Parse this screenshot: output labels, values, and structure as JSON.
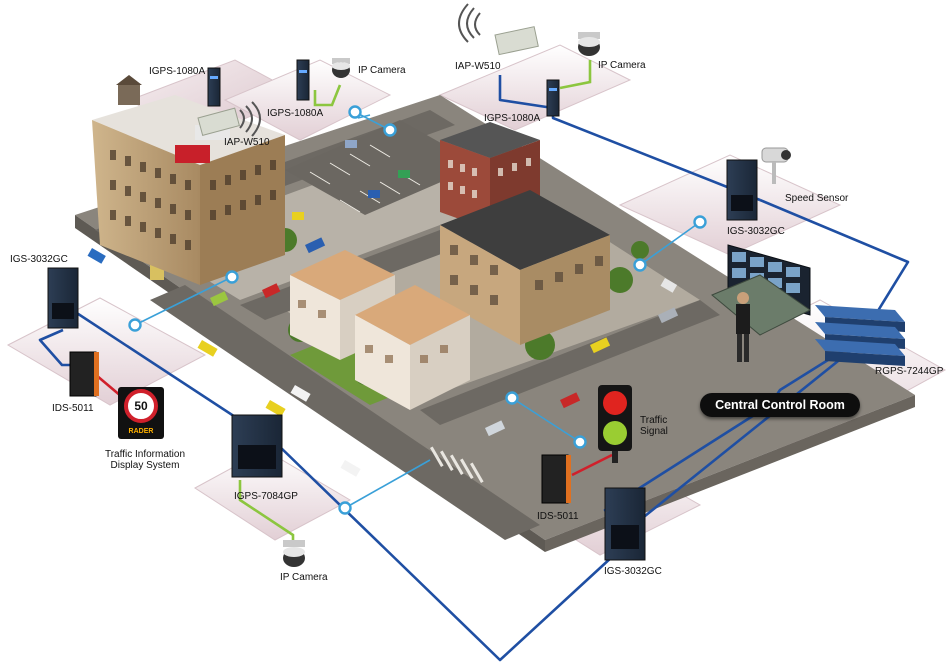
{
  "labels": {
    "igps1080a_building": "IGPS-1080A",
    "igps1080a_parking": "IGPS-1080A",
    "ip_camera_parking": "IP Camera",
    "iap_w510_building": "IAP-W510",
    "iap_w510_top": "IAP-W510",
    "ip_camera_top": "IP Camera",
    "igps1080a_top": "IGPS-1080A",
    "speed_sensor": "Speed Sensor",
    "igs3032gc_right": "IGS-3032GC",
    "igs3032gc_left": "IGS-3032GC",
    "ids5011_left": "IDS-5011",
    "traffic_info_display": "Traffic Information Display System",
    "igps7084gp": "IGPS-7084GP",
    "ip_camera_bottom": "IP Camera",
    "traffic_signal": "Traffic Signal",
    "ids5011_bottom": "IDS-5011",
    "igs3032gc_bottom": "IGS-3032GC",
    "rgps7244gp": "RGPS-7244GP",
    "central_control_room": "Central Control Room"
  },
  "sign": {
    "speed_value": "50",
    "sign_text": "RADER"
  },
  "colors": {
    "network_line": "#1f4fa3",
    "poe_line": "#8cc63f",
    "serial_line": "#d0202b",
    "connector": "#3aa0d8",
    "panel_fill": "#ecdfe3",
    "road": "#7a7670",
    "grass": "#6f9a3a"
  },
  "icons": [
    "ip-camera-icon",
    "wireless-access-point-icon",
    "industrial-switch-icon",
    "traffic-light-icon",
    "speed-sensor-camera-icon",
    "rack-switch-icon",
    "operator-figure-icon",
    "video-wall-icon"
  ]
}
